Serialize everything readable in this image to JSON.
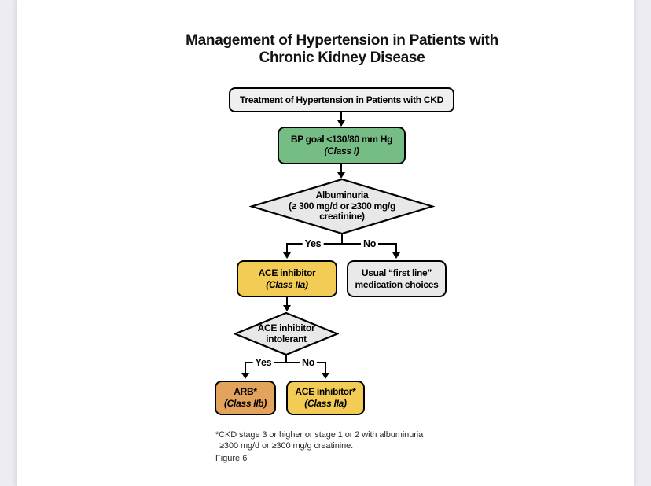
{
  "title": {
    "line1": "Management of Hypertension in Patients with",
    "line2": "Chronic Kidney Disease"
  },
  "flowchart": {
    "start": {
      "text": "Treatment of Hypertension in Patients with CKD"
    },
    "bp_goal": {
      "line1": "BP goal <130/80 mm Hg",
      "class_label": "(Class I)"
    },
    "albuminuria": {
      "line1": "Albuminuria",
      "line2": "(≥ 300 mg/d or ≥300 mg/g",
      "line3": "creatinine)"
    },
    "branch1": {
      "yes": "Yes",
      "no": "No"
    },
    "ace_first": {
      "line1": "ACE inhibitor",
      "class_label": "(Class IIa)"
    },
    "usual_first_line": {
      "line1": "Usual “first line”",
      "line2": "medication choices"
    },
    "intolerant": {
      "line1": "ACE inhibitor",
      "line2": "intolerant"
    },
    "branch2": {
      "yes": "Yes",
      "no": "No"
    },
    "arb": {
      "line1": "ARB*",
      "class_label": "(Class IIb)"
    },
    "ace_second": {
      "line1": "ACE inhibitor*",
      "class_label": "(Class IIa)"
    }
  },
  "footnote": {
    "line1": "*CKD stage 3 or higher or stage 1 or 2 with albuminuria",
    "line2": "≥300 mg/d or ≥300 mg/g creatinine."
  },
  "figure_label": "Figure 6",
  "colors": {
    "page_bg": "#ffffff",
    "frame_bg": "#ececf2",
    "start_fill": "#efefef",
    "green": "#76bd85",
    "yellow": "#f2cc55",
    "orange": "#e3a35c",
    "gray_box": "#e9e9e9",
    "diamond_fill": "#e8e8e8",
    "node_border": "#000000"
  }
}
